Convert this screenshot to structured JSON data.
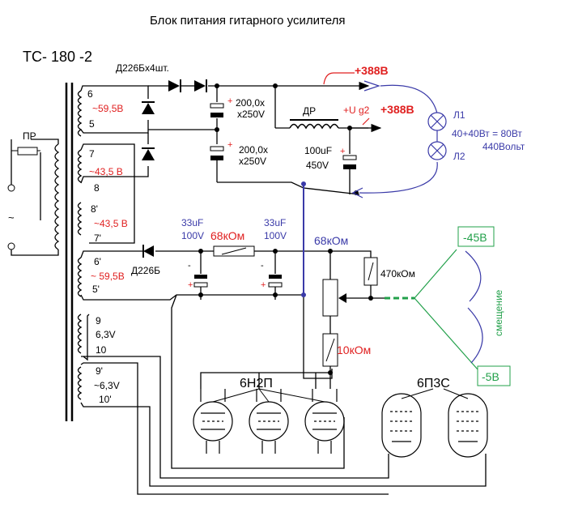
{
  "title": "Блок питания гитарного усилителя",
  "transformer": {
    "model": "ТС- 180 -2",
    "fuse_label": "ПР",
    "mains_symbol": "~",
    "taps": [
      "6",
      "5",
      "7",
      "8",
      "8'",
      "7'",
      "6'",
      "5'",
      "9",
      "10",
      "9'",
      "10'"
    ],
    "voltages": {
      "w6_5": "~59,5В",
      "w7_8": "~43,5 В",
      "w8p_7p": "~43,5 В",
      "w6p_5p": "~ 59,5В",
      "w9_10": "6,3V",
      "w9p_10p": "~6,3V"
    }
  },
  "rectifier": {
    "diodes_label": "Д226Бх4шт.",
    "bias_diode_label": "Д226Б"
  },
  "capacitors": {
    "c1_line1": "200,0х",
    "c1_line2": "х250V",
    "c2_line1": "200,0х",
    "c2_line2": "х250V",
    "c3_line1": "100uF",
    "c3_line2": "450V",
    "cb1_line1": "33uF",
    "cb1_line2": "100V",
    "cb2_line1": "33uF",
    "cb2_line2": "100V",
    "plus": "+",
    "minus": "-"
  },
  "choke_label": "ДР",
  "outputs": {
    "hv_out": "+388В",
    "ug2_label": "+U g2",
    "ug2_out": "+388В"
  },
  "lamps": {
    "l1": "Л1",
    "l2": "Л2",
    "power_line1": "40+40Вт = 80Вт",
    "power_line2": "440Вольт"
  },
  "resistors": {
    "r_series": "68кОм",
    "r_divider_top": "68кОм",
    "r_470": "470кОм",
    "r_bottom": "10кОм"
  },
  "bias": {
    "min": "-45В",
    "max": "-5В",
    "label": "смещение"
  },
  "tubes": {
    "preamp": "6Н2П",
    "power": "6П3С"
  },
  "colors": {
    "wire": "#000000",
    "red_text": "#e02020",
    "blue_text": "#3a3aa8",
    "green": "#22a04a",
    "blue_wire": "#3a3aa8",
    "red_wire": "#e02020"
  }
}
